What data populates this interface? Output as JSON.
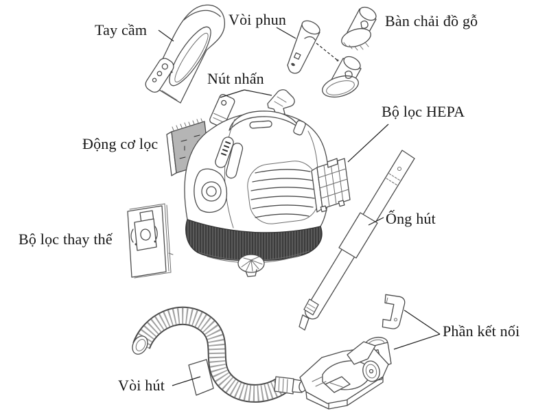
{
  "figure": {
    "type": "exploded-parts-diagram",
    "subject": "canister vacuum cleaner parts",
    "background_color": "#ffffff",
    "line_color": "#4a4a4a",
    "label_color": "#151515",
    "motor_filter_fill": "#b5b5b5",
    "base_band_fill": "#3c3c3c"
  },
  "labels": {
    "handle": "Tay cầm",
    "spray_nozzle": "Vòi phun",
    "wood_brush": "Bàn chải đồ gỗ",
    "push_button": "Nút nhấn",
    "motor_filter": "Động cơ lọc",
    "hepa_filter": "Bộ lọc HEPA",
    "suction_tube": "Ống hút",
    "replacement_filter": "Bộ lọc thay thế",
    "suction_hose": "Vòi hút",
    "connector": "Phần kết nối"
  }
}
